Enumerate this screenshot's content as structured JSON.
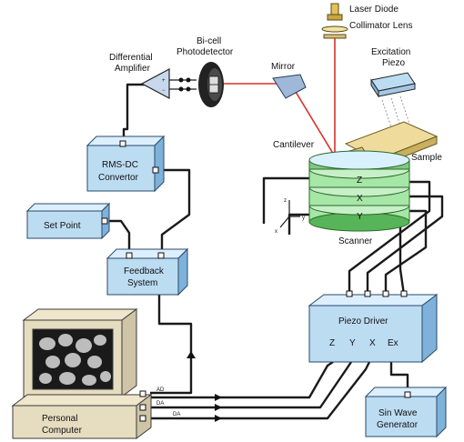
{
  "labels": {
    "laser_diode": "Laser Diode",
    "collimator_lens": "Collimator Lens",
    "excitation": "Excitation",
    "piezo": "Piezo",
    "mirror": "Mirror",
    "bicell_1": "Bi-cell",
    "bicell_2": "Photodetector",
    "diff_amp_1": "Differential",
    "diff_amp_2": "Amplifier",
    "cantilever": "Cantilever",
    "sample": "Sample",
    "rms_1": "RMS-DC",
    "rms_2": "Convertor",
    "set_point": "Set Point",
    "feedback_1": "Feedback",
    "feedback_2": "System",
    "scanner": "Scanner",
    "axis_z": "Z",
    "axis_x": "X",
    "axis_y": "Y",
    "coord_z": "z",
    "coord_y": "y",
    "coord_x": "x",
    "piezo_driver": "Piezo Driver",
    "pd_z": "Z",
    "pd_y": "Y",
    "pd_x": "X",
    "pd_ex": "Ex",
    "personal_1": "Personal",
    "personal_2": "Computer",
    "ad": "AD",
    "da1": "DA",
    "da2": "DA",
    "sin_1": "Sin Wave",
    "sin_2": "Generator"
  },
  "colors": {
    "box_front": "#bcdcf2",
    "box_top": "#dcefff",
    "box_side": "#7fb2da",
    "scanner_green": "#a6e6a6",
    "scanner_dark": "#58b458",
    "laser_red": "#d8302a",
    "sample_tan": "#efdc9c"
  }
}
